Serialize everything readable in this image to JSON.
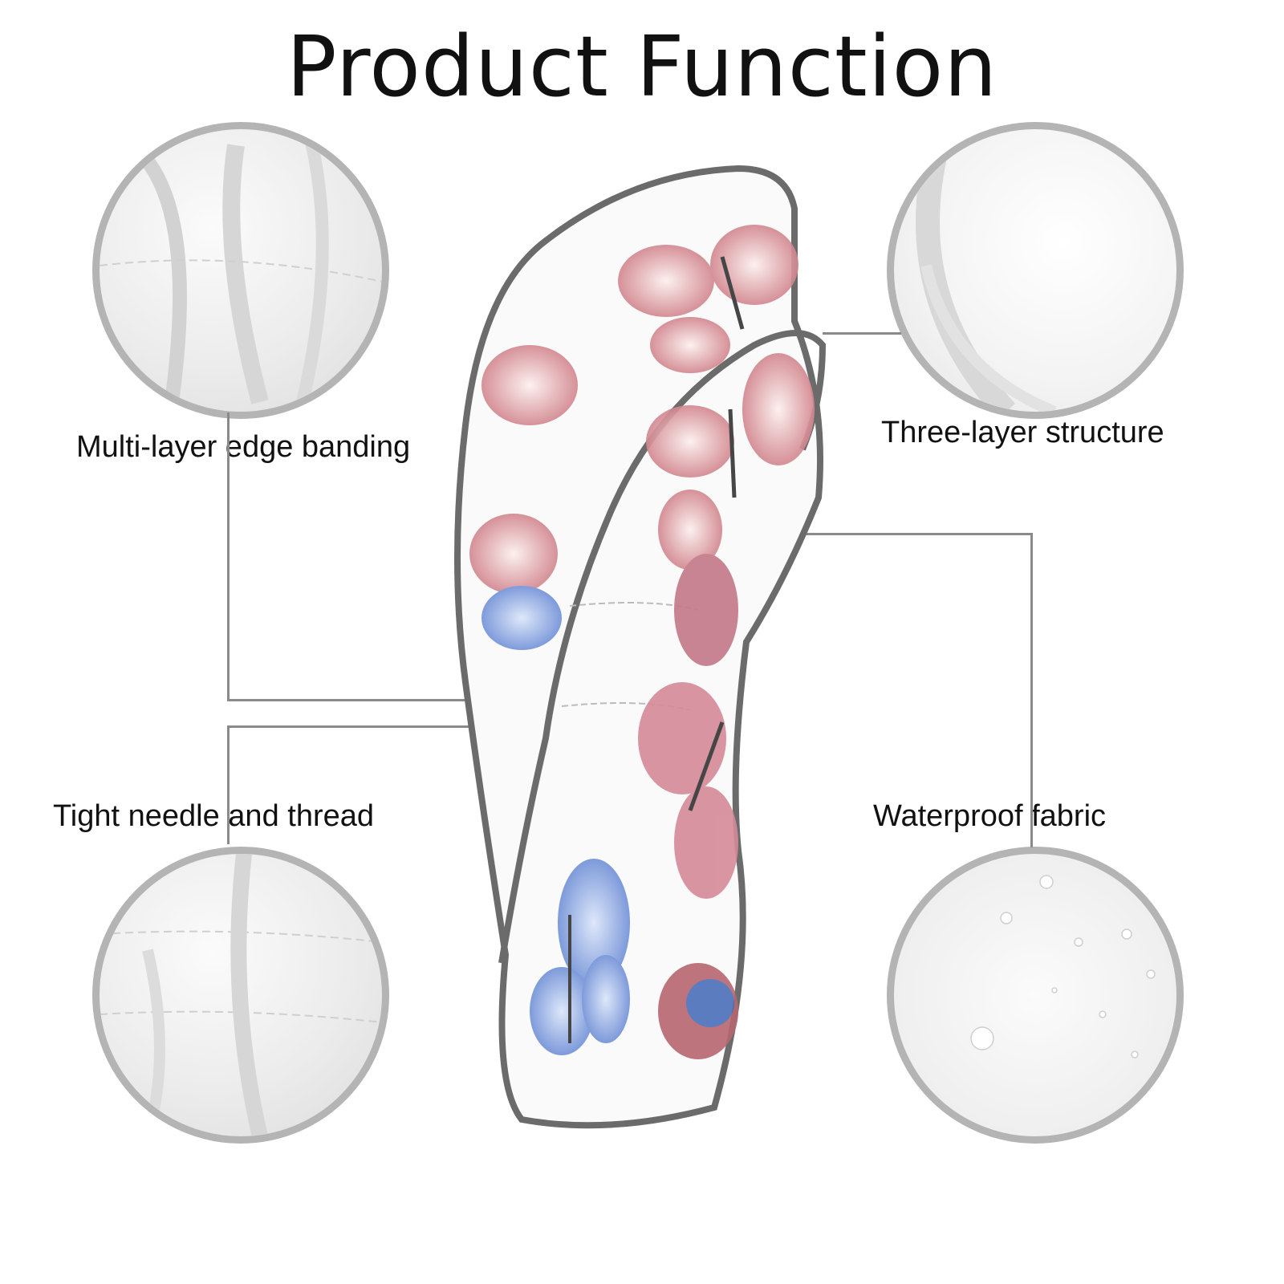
{
  "title": "Product Function",
  "features": [
    {
      "label": "Multi-layer edge banding"
    },
    {
      "label": "Three-layer structure"
    },
    {
      "label": "Tight needle and thread"
    },
    {
      "label": "Waterproof fabric"
    }
  ],
  "colors": {
    "border": "#b4b4b4",
    "piping": "#6b6b6b",
    "line": "#8a8a8a"
  }
}
